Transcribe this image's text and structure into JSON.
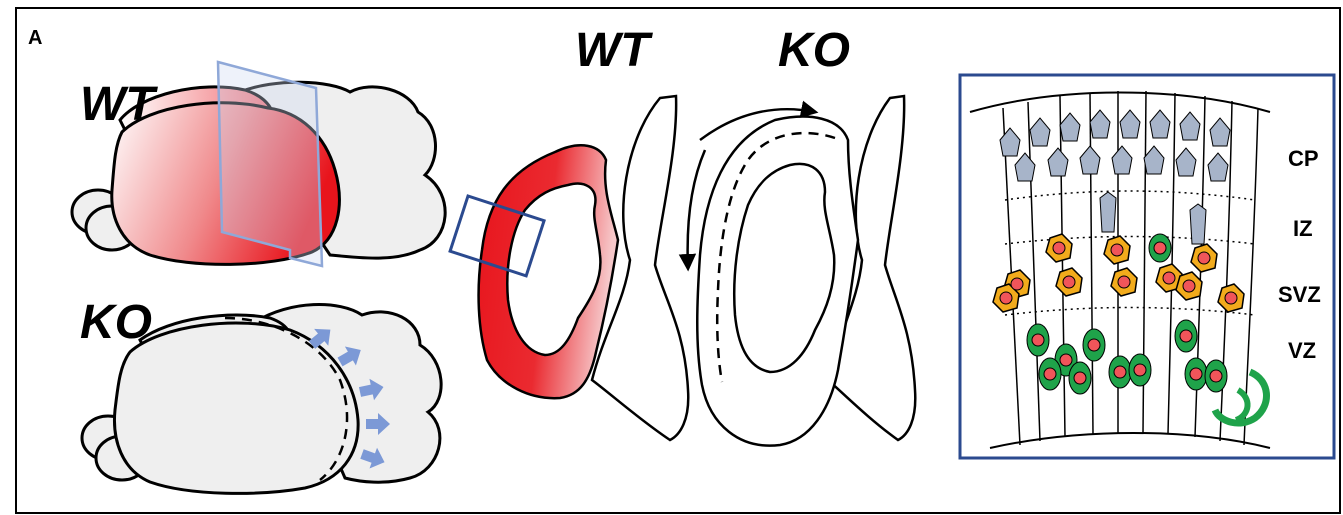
{
  "panel_label": "A",
  "labels": {
    "brain_wt": "WT",
    "brain_ko": "KO",
    "section_wt": "WT",
    "section_ko": "KO"
  },
  "layers": [
    "CP",
    "IZ",
    "SVZ",
    "VZ"
  ],
  "colors": {
    "cortex_red": "#e8141c",
    "brain_gray": "#efefef",
    "plane_blue": "#8fa8d8",
    "box_blue": "#2b4a8f",
    "arrow_blue": "#7c99d6",
    "neuron_gray": "#a7b4c9",
    "ipc_orange": "#f2ab1c",
    "rg_green": "#1fa34a",
    "nucleus_red": "#f0555a"
  }
}
